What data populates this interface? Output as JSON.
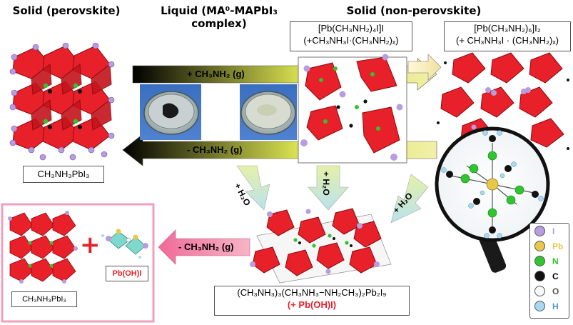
{
  "headings": {
    "perovskite": "Solid (perovskite)",
    "liquid": "Liquid (MA⁰-MAPbI₃ complex)",
    "non_perovskite": "Solid (non-perovskite)"
  },
  "boxes": {
    "complex1": "[Pb(CH₃NH₂)₄I]I",
    "complex1_sub": "(+CH₃NH₃I·(CH₃NH₂)ₓ)",
    "complex2": "[Pb(CH₃NH₂)₆]I₂",
    "complex2_sub": "(+ CH₃NH₃I · (CH₃NH₂)ₓ)",
    "mapbi3": "CH₃NH₃PbI₃",
    "mapbi3_small": "CH₃NH₃PbI₃",
    "pboh": "Pb(OH)I",
    "hydrate": "(CH₃NH₃)₃(CH₃NH₃−NH₂CH₃)₂Pb₂I₉",
    "hydrate_sub": "(+ Pb(OH)I)"
  },
  "arrows": {
    "add_ma": "+ CH₃NH₂ (g)",
    "remove_ma": "- CH₃NH₂ (g)",
    "remove_ma2": "- CH₃NH₂ (g)",
    "water1": "+ H₂O",
    "water2": "+ H₂O",
    "water3": "+ H₂O",
    "plus": "+"
  },
  "legend": [
    {
      "symbol": "I",
      "color": "#b79ce0"
    },
    {
      "symbol": "Pb",
      "color": "#e7c84a"
    },
    {
      "symbol": "N",
      "color": "#2fc52f"
    },
    {
      "symbol": "C",
      "color": "#111111"
    },
    {
      "symbol": "O",
      "color": "#ffffff"
    },
    {
      "symbol": "H",
      "color": "#a8d8f0"
    }
  ],
  "colors": {
    "octahedron": "#e8202a",
    "iodine": "#b79ce0",
    "pink_frame": "#f0a0bc",
    "arrow_green": "#c8e6a0"
  }
}
